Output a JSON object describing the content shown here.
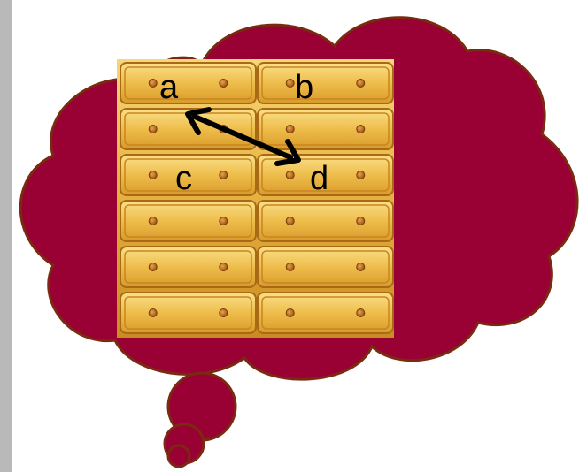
{
  "colors": {
    "cloud_fill": "#990033",
    "cloud_outline": "#7a2a10",
    "wood_light": "#f3cf6a",
    "wood_mid": "#e3aa35",
    "wood_dark": "#b97a1a",
    "arrow": "#000000"
  },
  "cabinet": {
    "rows": 6,
    "columns": 2
  },
  "labels": {
    "a": "a",
    "b": "b",
    "c": "c",
    "d": "d"
  },
  "icons": {
    "arrow": "double-headed-arrow-icon"
  }
}
